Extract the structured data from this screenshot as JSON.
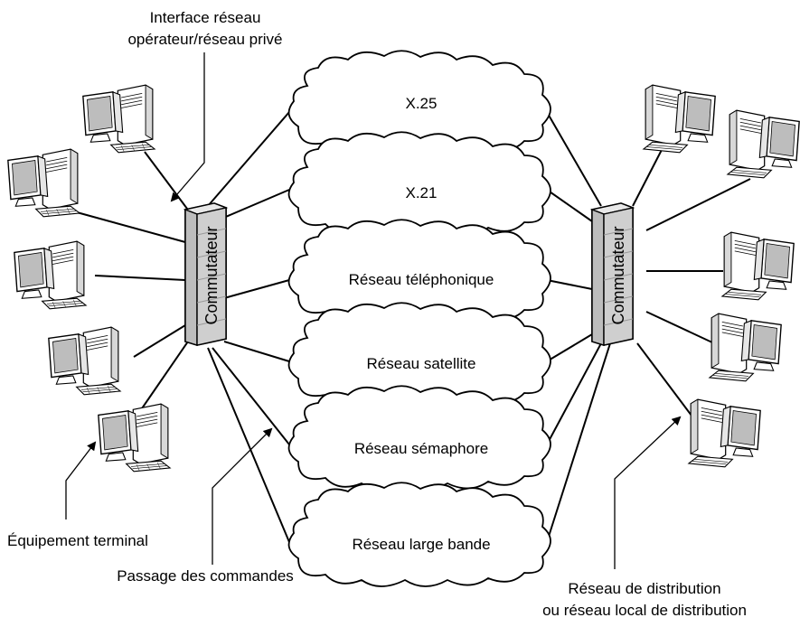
{
  "labels": {
    "interface_line1": "Interface réseau",
    "interface_line2": "opérateur/réseau privé",
    "terminal": "Équipement terminal",
    "commands": "Passage des commandes",
    "distribution_line1": "Réseau de distribution",
    "distribution_line2": "ou réseau local de distribution"
  },
  "switches": {
    "left_label": "Commutateur",
    "right_label": "Commutateur"
  },
  "clouds": [
    {
      "label": "X.25"
    },
    {
      "label": "X.21"
    },
    {
      "label": "Réseau téléphonique"
    },
    {
      "label": "Réseau satellite"
    },
    {
      "label": "Réseau sémaphore"
    },
    {
      "label": "Réseau large bande"
    }
  ],
  "computers": {
    "left": [
      {
        "id": "left-computer-1",
        "icon": "desktop-computer-icon"
      },
      {
        "id": "left-computer-2",
        "icon": "desktop-computer-icon"
      },
      {
        "id": "left-computer-3",
        "icon": "desktop-computer-icon"
      },
      {
        "id": "left-computer-4",
        "icon": "desktop-computer-icon"
      },
      {
        "id": "left-computer-5",
        "icon": "desktop-computer-icon"
      }
    ],
    "right": [
      {
        "id": "right-computer-1",
        "icon": "desktop-computer-icon"
      },
      {
        "id": "right-computer-2",
        "icon": "desktop-computer-icon"
      },
      {
        "id": "right-computer-3",
        "icon": "desktop-computer-icon"
      },
      {
        "id": "right-computer-4",
        "icon": "desktop-computer-icon"
      },
      {
        "id": "right-computer-5",
        "icon": "desktop-computer-icon"
      }
    ]
  },
  "colors": {
    "switch_fill": "#cfcfcf",
    "screen_fill": "#bdbdbd",
    "line": "#000000"
  }
}
